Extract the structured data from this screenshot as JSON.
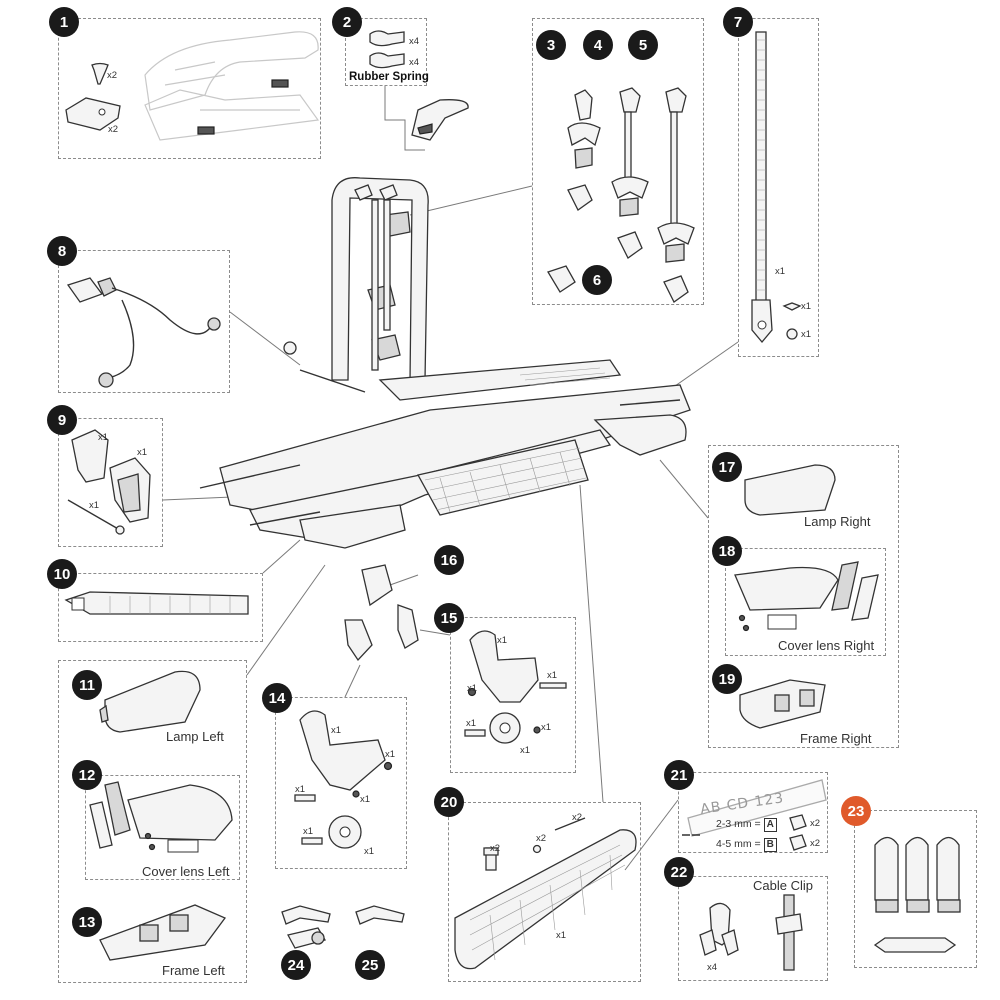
{
  "diagram": {
    "callouts": [
      {
        "id": "c1",
        "number": "1"
      },
      {
        "id": "c2",
        "number": "2"
      },
      {
        "id": "c3",
        "number": "3"
      },
      {
        "id": "c4",
        "number": "4"
      },
      {
        "id": "c5",
        "number": "5"
      },
      {
        "id": "c6",
        "number": "6"
      },
      {
        "id": "c7",
        "number": "7"
      },
      {
        "id": "c8",
        "number": "8"
      },
      {
        "id": "c9",
        "number": "9"
      },
      {
        "id": "c10",
        "number": "10"
      },
      {
        "id": "c11",
        "number": "11"
      },
      {
        "id": "c12",
        "number": "12"
      },
      {
        "id": "c13",
        "number": "13"
      },
      {
        "id": "c14",
        "number": "14"
      },
      {
        "id": "c15",
        "number": "15"
      },
      {
        "id": "c16",
        "number": "16"
      },
      {
        "id": "c17",
        "number": "17"
      },
      {
        "id": "c18",
        "number": "18"
      },
      {
        "id": "c19",
        "number": "19"
      },
      {
        "id": "c20",
        "number": "20"
      },
      {
        "id": "c21",
        "number": "21"
      },
      {
        "id": "c22",
        "number": "22"
      },
      {
        "id": "c23",
        "number": "23"
      },
      {
        "id": "c24",
        "number": "24"
      },
      {
        "id": "c25",
        "number": "25"
      }
    ],
    "accent_color": "#e05a2b",
    "badge_color": "#1a1a1a",
    "labels": {
      "rubber_spring": "Rubber Spring",
      "lamp_right": "Lamp Right",
      "cover_lens_right": "Cover lens Right",
      "frame_right": "Frame Right",
      "lamp_left": "Lamp Left",
      "cover_lens_left": "Cover lens Left",
      "frame_left": "Frame Left",
      "cable_clip": "Cable Clip"
    },
    "quantities": {
      "p1_screw": "x2",
      "p1_pad": "x2",
      "p2_a": "x4",
      "p2_b": "x4",
      "p7_strap": "x1",
      "p7_bolt": "x1",
      "p7_washer": "x1",
      "p9_a": "x1",
      "p9_b": "x1",
      "p9_c": "x1",
      "p14_a": "x1",
      "p14_b": "x1",
      "p14_c": "x1",
      "p14_d": "x1",
      "p14_e": "x1",
      "p14_f": "x1",
      "p15_a": "x1",
      "p15_b": "x1",
      "p15_c": "x1",
      "p15_d": "x1",
      "p15_e": "x1",
      "p15_f": "x1",
      "p20_a": "x2",
      "p20_b": "x2",
      "p20_c": "x2",
      "p20_d": "x1",
      "p21_a": "x2",
      "p21_b": "x2",
      "p22": "x4"
    },
    "plate": {
      "text": "AB CD 123",
      "row_a_text": "2-3 mm =",
      "row_a_letter": "A",
      "row_b_text": "4-5 mm =",
      "row_b_letter": "B"
    }
  }
}
